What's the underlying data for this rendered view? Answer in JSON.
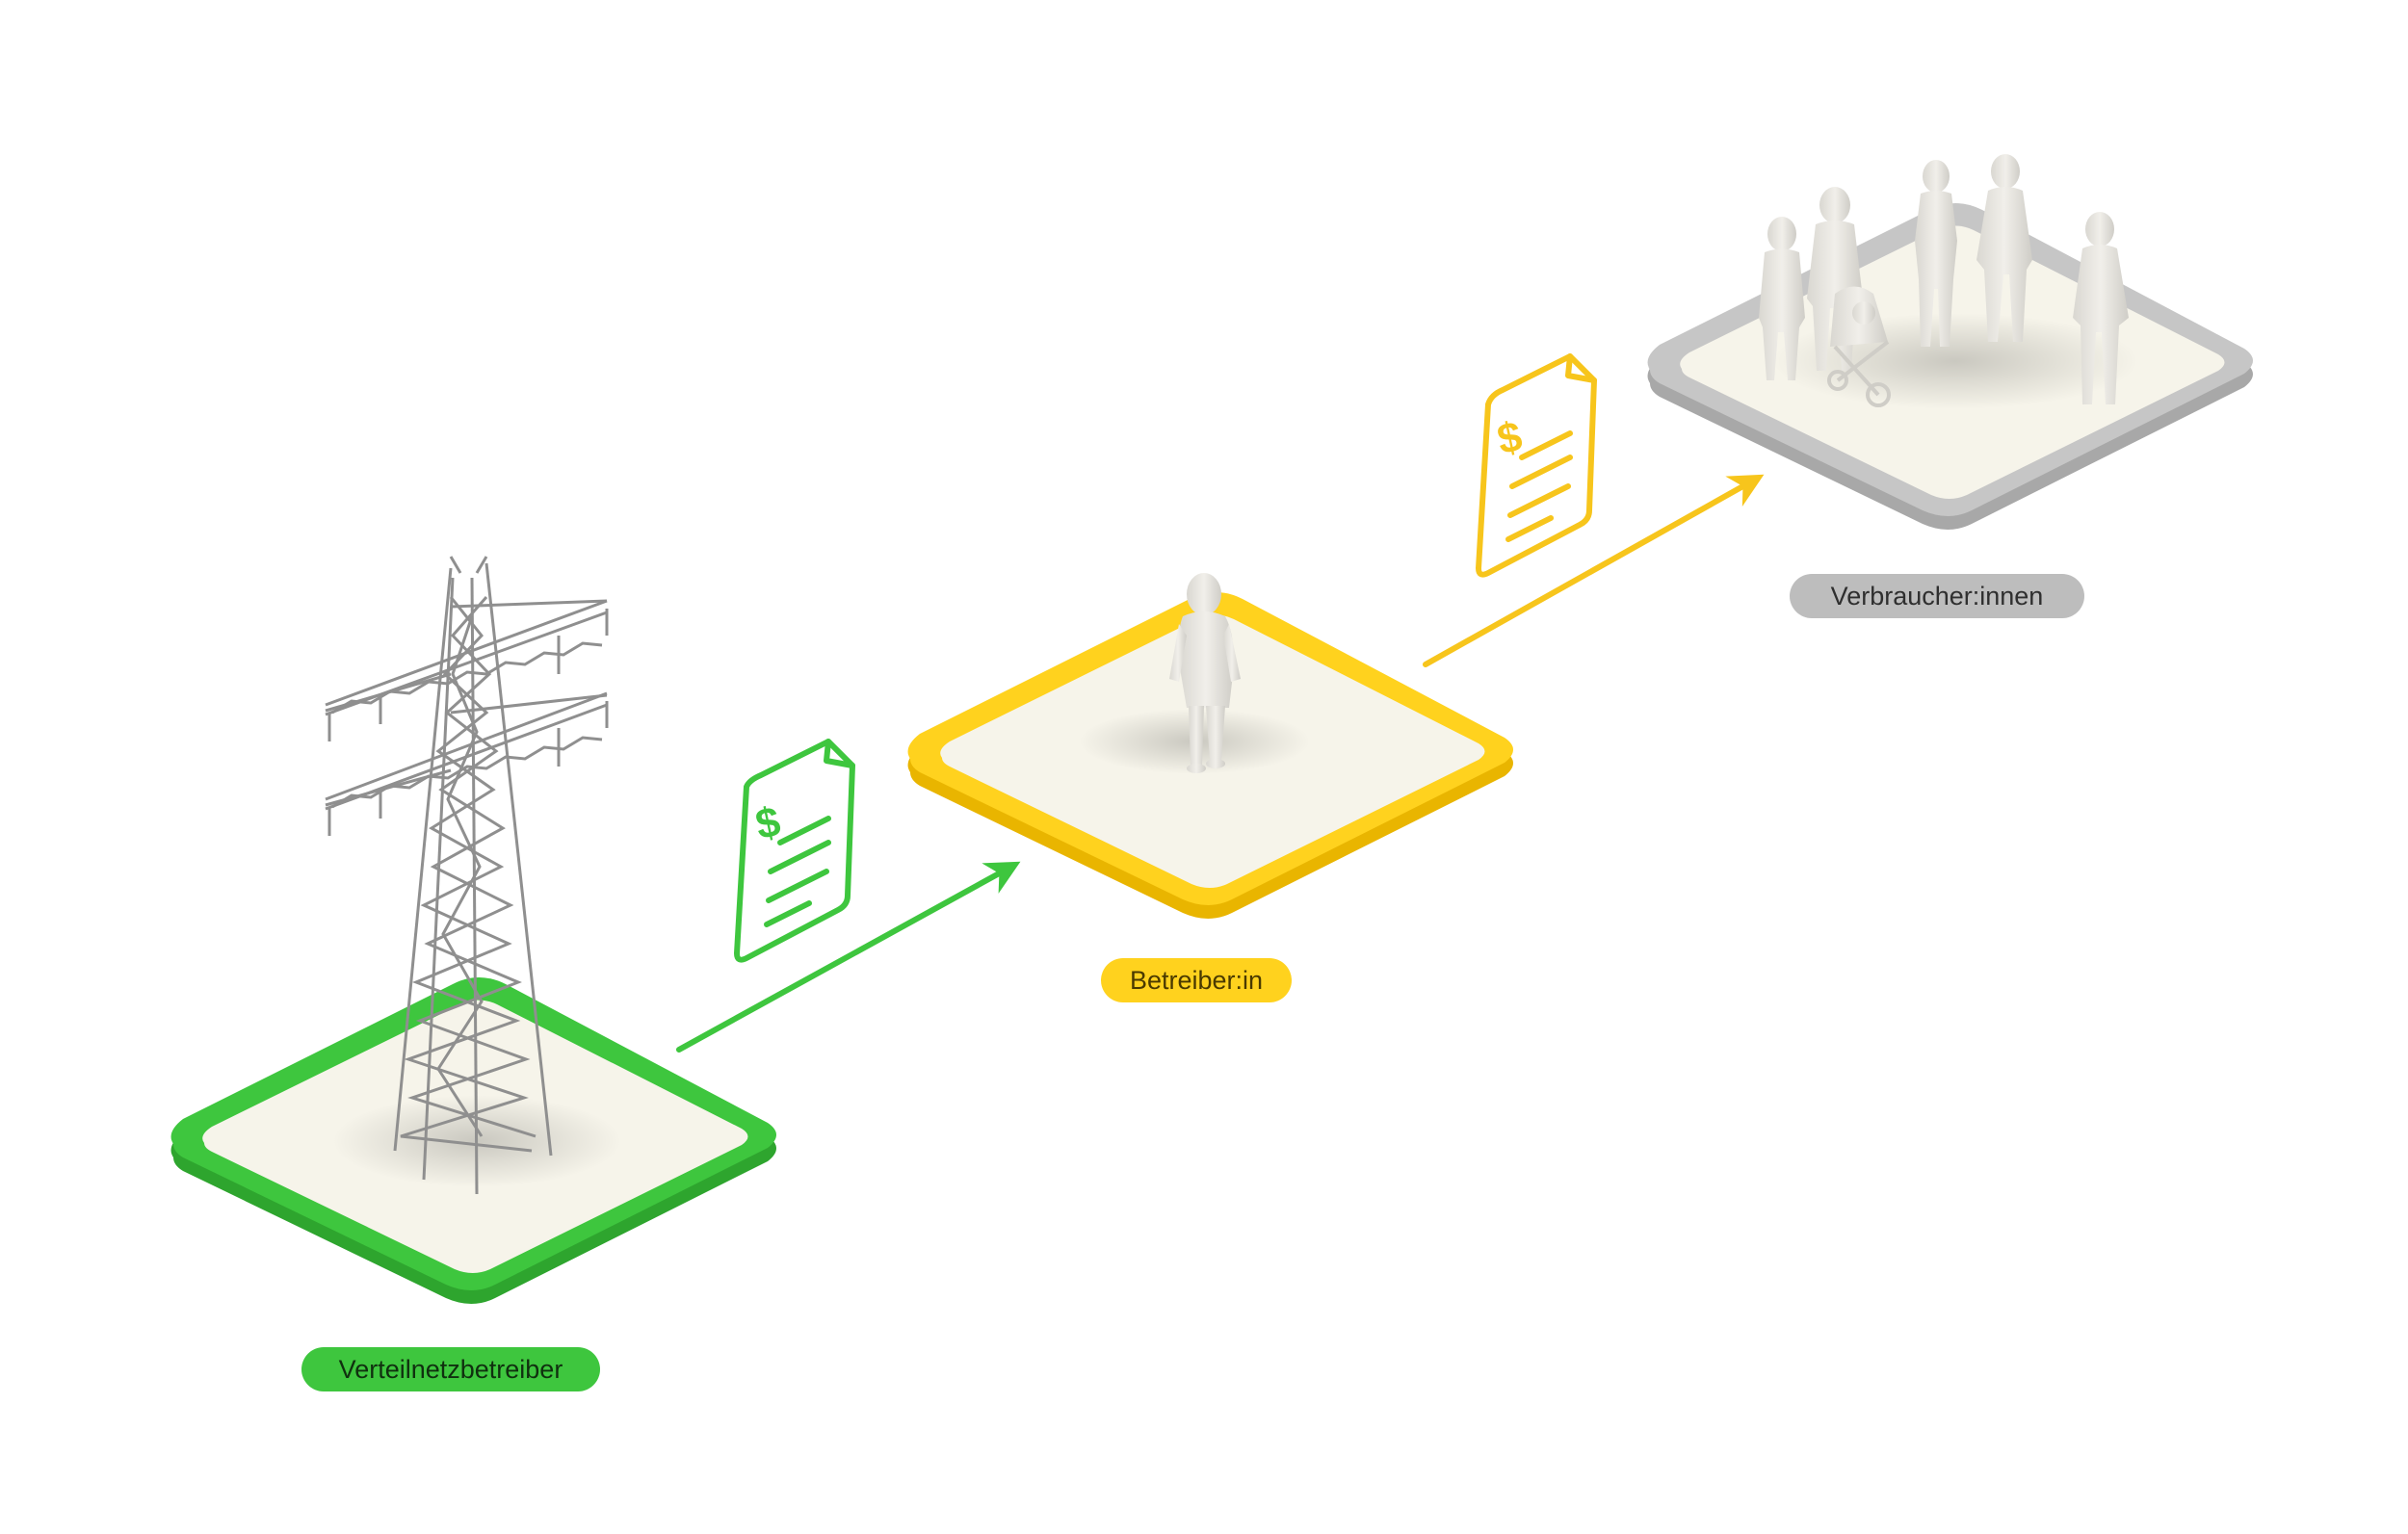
{
  "nodes": {
    "distribution": {
      "label": "Verteilnetzbetreiber",
      "accent": "#3ec63e",
      "icon": "power-pylon-icon"
    },
    "operator": {
      "label": "Betreiber:in",
      "accent": "#ffd21e",
      "icon": "person-icon"
    },
    "consumers": {
      "label": "Verbraucher:innen",
      "accent": "#bdbdbd",
      "icon": "people-group-icon"
    }
  },
  "flows": [
    {
      "from": "distribution",
      "to": "operator",
      "color": "#3ec63e",
      "icon": "invoice-dollar-icon",
      "symbol": "$"
    },
    {
      "from": "operator",
      "to": "consumers",
      "color": "#ffd21e",
      "icon": "invoice-dollar-icon",
      "symbol": "$"
    }
  ],
  "colors": {
    "platform_fill": "#f6f4ea",
    "figure": "#e9e7e2"
  }
}
